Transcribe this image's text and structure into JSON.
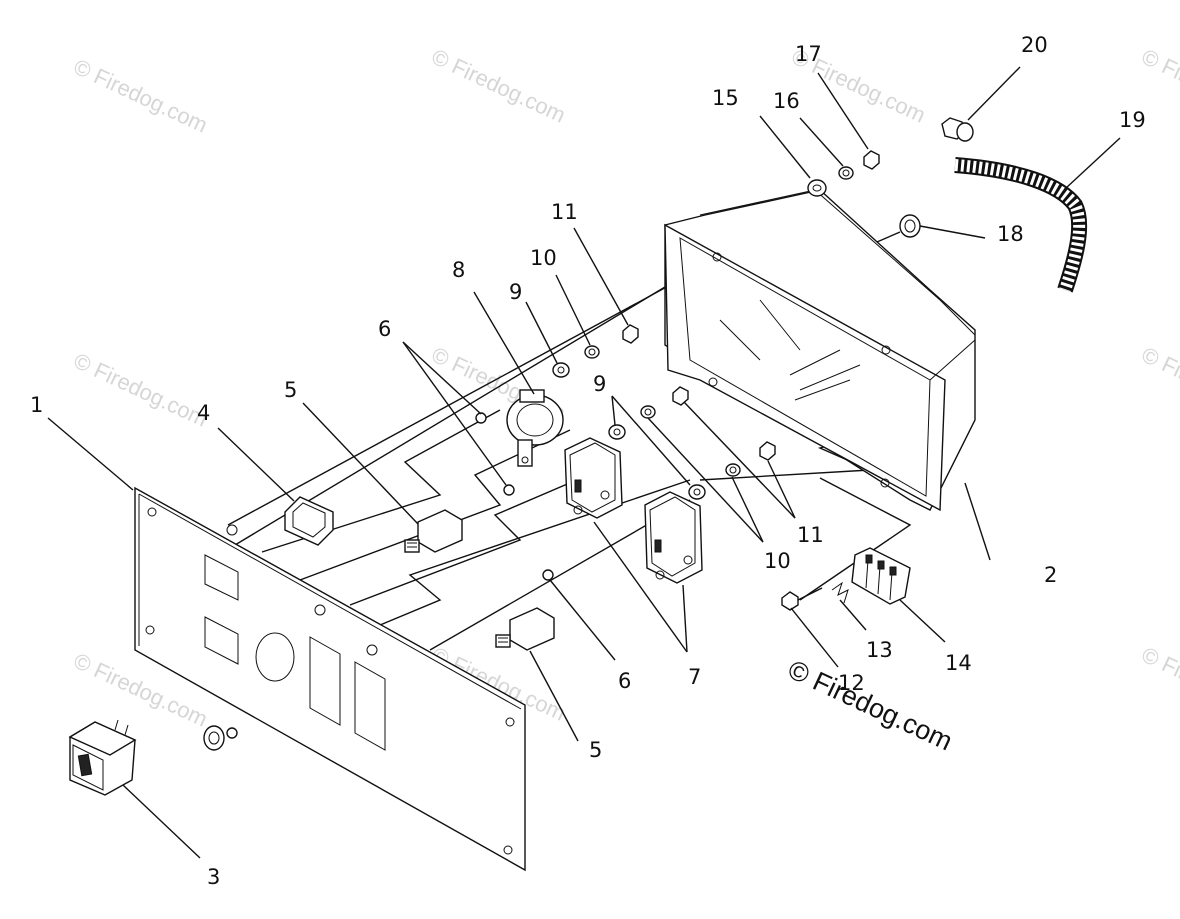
{
  "diagram": {
    "part_numbers": [
      "1",
      "2",
      "3",
      "4",
      "5",
      "5",
      "6",
      "6",
      "7",
      "8",
      "9",
      "9",
      "10",
      "10",
      "11",
      "11",
      "12",
      "13",
      "14",
      "15",
      "16",
      "17",
      "18",
      "19",
      "20"
    ],
    "watermark": "© Firedog.com"
  }
}
